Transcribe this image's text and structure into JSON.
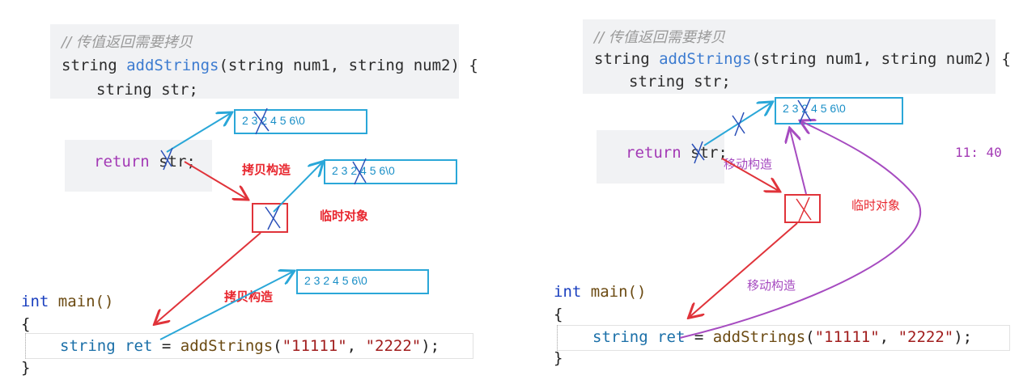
{
  "left": {
    "code": {
      "comment": "// 传值返回需要拷贝",
      "signature": {
        "type": "string",
        "fn": "addStrings",
        "params": "(string num1, string num2) {"
      },
      "body_line": "string str;",
      "return_kw": "return",
      "return_rest": " str;"
    },
    "boxes": [
      "2 3 2 4 5 6\\0",
      "2 3 2 4 5 6\\0",
      "2 3 2 4 5 6\\0"
    ],
    "labels": {
      "copy_construct_1": "拷贝构造",
      "temp_object": "临时对象",
      "copy_construct_2": "拷贝构造"
    },
    "main": {
      "int_kw": "int",
      "main_fn": "main()",
      "open_brace": "{",
      "close_brace": "}",
      "type": "string",
      "var": "ret",
      "eq": " = ",
      "call": "addStrings",
      "open_paren": "(",
      "arg1": "\"11111\"",
      "comma": ", ",
      "arg2": "\"2222\"",
      "end": ");"
    }
  },
  "right": {
    "code": {
      "comment": "// 传值返回需要拷贝",
      "signature": {
        "type": "string",
        "fn": "addStrings",
        "params": "(string num1, string num2) {"
      },
      "body_line": "string str;",
      "return_kw": "return",
      "return_rest": " str;"
    },
    "time": "11: 40",
    "boxes": [
      "2 3 2 4 5 6\\0"
    ],
    "labels": {
      "move_construct_1": "移动构造",
      "temp_object": "临时对象",
      "move_construct_2": "移动构造"
    },
    "main": {
      "int_kw": "int",
      "main_fn": "main()",
      "open_brace": "{",
      "close_brace": "}",
      "type": "string",
      "var": "ret",
      "eq": " = ",
      "call": "addStrings",
      "open_paren": "(",
      "arg1": "\"11111\"",
      "comma": ", ",
      "arg2": "\"2222\"",
      "end": ");"
    }
  },
  "colors": {
    "red": "#e0333a",
    "blue": "#2aa7d8",
    "purple": "#a64bc0"
  }
}
